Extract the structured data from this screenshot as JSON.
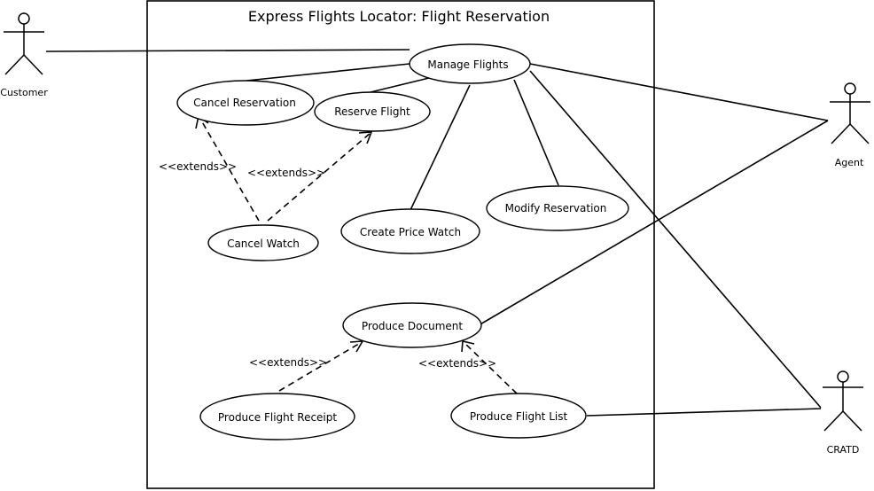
{
  "system": {
    "title": "Express Flights Locator: Flight Reservation"
  },
  "actors": {
    "customer": "Customer",
    "agent": "Agent",
    "cratd": "CRATD"
  },
  "use_cases": {
    "manage_flights": "Manage Flights",
    "cancel_reservation": "Cancel Reservation",
    "reserve_flight": "Reserve Flight",
    "create_price_watch": "Create Price Watch",
    "modify_reservation": "Modify Reservation",
    "cancel_watch": "Cancel Watch",
    "produce_document": "Produce Document",
    "produce_flight_receipt": "Produce Flight Receipt",
    "produce_flight_list": "Produce Flight List"
  },
  "relationships": {
    "extends_cancel_reservation": "<<extends>>",
    "extends_reserve_flight": "<<extends>>",
    "extends_receipt": "<<extends>>",
    "extends_list": "<<extends>>"
  }
}
